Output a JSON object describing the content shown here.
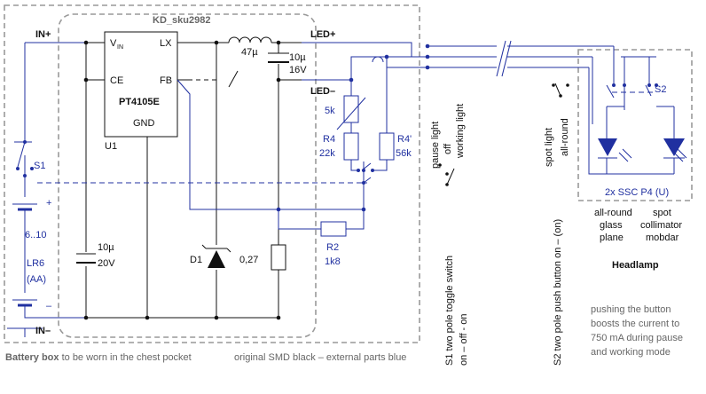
{
  "title": "KD_sku2982",
  "ic": {
    "name": "PT4105E",
    "ref": "U1",
    "pin_vin": "V",
    "pin_vin_sub": "IN",
    "pin_lx": "LX",
    "pin_ce": "CE",
    "pin_fb": "FB",
    "pin_gnd": "GND"
  },
  "nets": {
    "in_plus": "IN+",
    "in_minus": "IN–",
    "led_plus": "LED+",
    "led_minus": "LED–"
  },
  "battery": {
    "plus": "+",
    "minus": "–",
    "voltage": "6..10",
    "type": "LR6",
    "type2": "(AA)"
  },
  "components": {
    "inductor": "47µ",
    "c_out_1": "10µ",
    "c_out_2": "16V",
    "c_in_1": "10µ",
    "c_in_2": "20V",
    "diode": "D1",
    "rsense": "0,27",
    "pot": "5k",
    "r4": "R4",
    "r4_val": "22k",
    "r4p": "R4'",
    "r4p_val": "56k",
    "r2": "R2",
    "r2_val": "1k8"
  },
  "switches": {
    "s1": "S1",
    "s2": "S2",
    "s1_pos1": "pause light",
    "s1_pos2": "off",
    "s1_pos3": "working light",
    "s2_pos1": "spot light",
    "s2_pos2": "all-round",
    "s1_desc_1": "S1  two pole toggle switch",
    "s1_desc_2": "on – off - on",
    "s2_desc": "S2  two pole push button  on – (on)"
  },
  "headlamp": {
    "leds": "2x SSC P4 (U)",
    "left_1": "all-round",
    "left_2": "glass",
    "left_3": "plane",
    "right_1": "spot",
    "right_2": "collimator",
    "right_3": "mobdar",
    "label": "Headlamp"
  },
  "notes": {
    "push_1": "pushing  the  button",
    "push_2": "boosts the current to",
    "push_3": "750 mA during pause",
    "push_4": "and working mode",
    "battery_box_bold": "Battery box",
    "battery_box_rest": " to be worn in the chest pocket",
    "smd_note": "original SMD black – external parts blue"
  },
  "colors": {
    "original": "#111111",
    "external": "#2030a0",
    "box": "#999999"
  }
}
